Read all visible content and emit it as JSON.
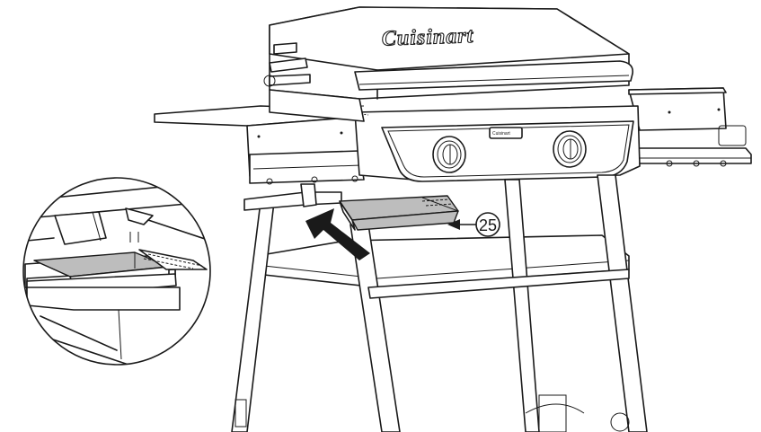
{
  "diagram": {
    "type": "assembly-instruction-illustration",
    "subject": "gas grill on cart",
    "brand_on_lid": "Cuisinart",
    "control_panel_badge": "Cuisinart",
    "callout": {
      "number": "25",
      "points_to": "grease tray"
    },
    "detail_view": {
      "shape": "circle",
      "shows": "grease tray seated in tray holder under grill"
    },
    "insertion_arrow": {
      "direction": "up-left",
      "meaning": "slide grease tray into holder"
    },
    "colors": {
      "line": "#1a1a1a",
      "background": "#ffffff",
      "tray_fill": "#bdbdbd"
    }
  }
}
